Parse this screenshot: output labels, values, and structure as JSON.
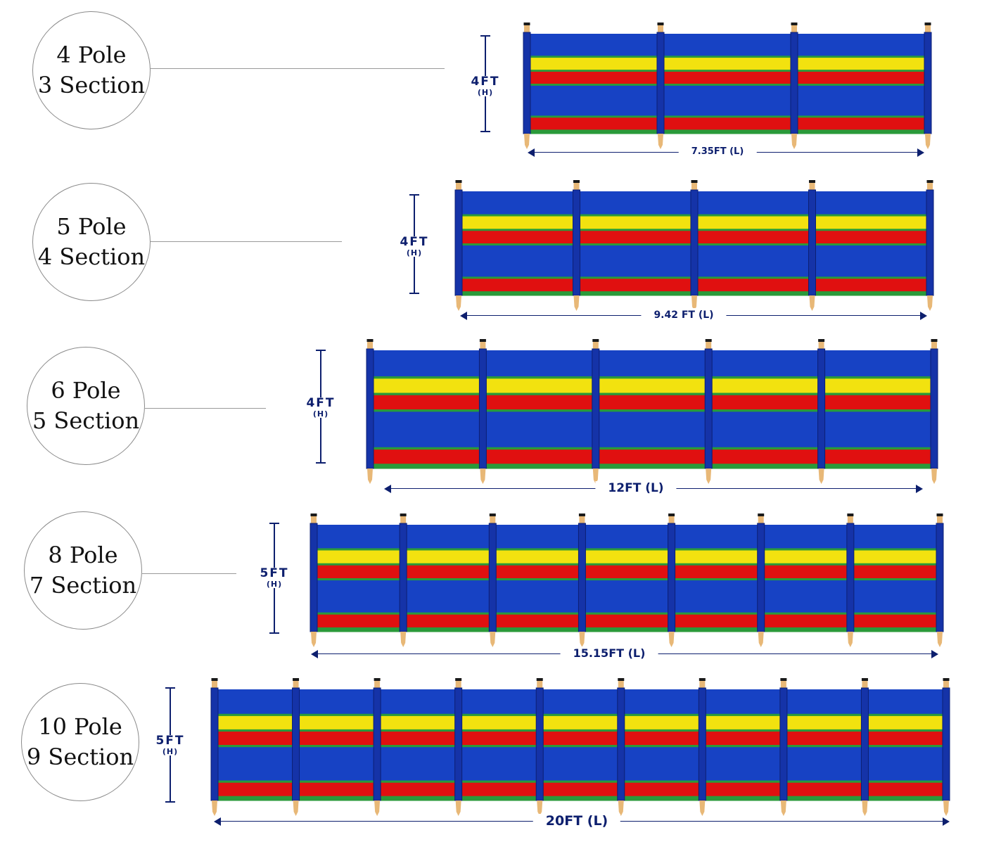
{
  "colors": {
    "blue": "#1742c4",
    "yellow": "#f2e20f",
    "red": "#e01010",
    "green": "#2a9a3a",
    "pole": "#1533a8",
    "stake": "#e8b877",
    "dimension": "#0d1f6e"
  },
  "windbreaks": [
    {
      "poles_label": "4 Pole",
      "sections_label": "3 Section",
      "height_label": "4FT",
      "height_unit": "(H)",
      "length_label": "7.35FT (L)",
      "pole_count": 4
    },
    {
      "poles_label": "5 Pole",
      "sections_label": "4 Section",
      "height_label": "4FT",
      "height_unit": "(H)",
      "length_label": "9.42 FT (L)",
      "pole_count": 5
    },
    {
      "poles_label": "6 Pole",
      "sections_label": "5 Section",
      "height_label": "4FT",
      "height_unit": "(H)",
      "length_label": "12FT (L)",
      "pole_count": 6
    },
    {
      "poles_label": "8 Pole",
      "sections_label": "7 Section",
      "height_label": "5FT",
      "height_unit": "(H)",
      "length_label": "15.15FT (L)",
      "pole_count": 8
    },
    {
      "poles_label": "10 Pole",
      "sections_label": "9 Section",
      "height_label": "5FT",
      "height_unit": "(H)",
      "length_label": "20FT (L)",
      "pole_count": 10
    }
  ]
}
